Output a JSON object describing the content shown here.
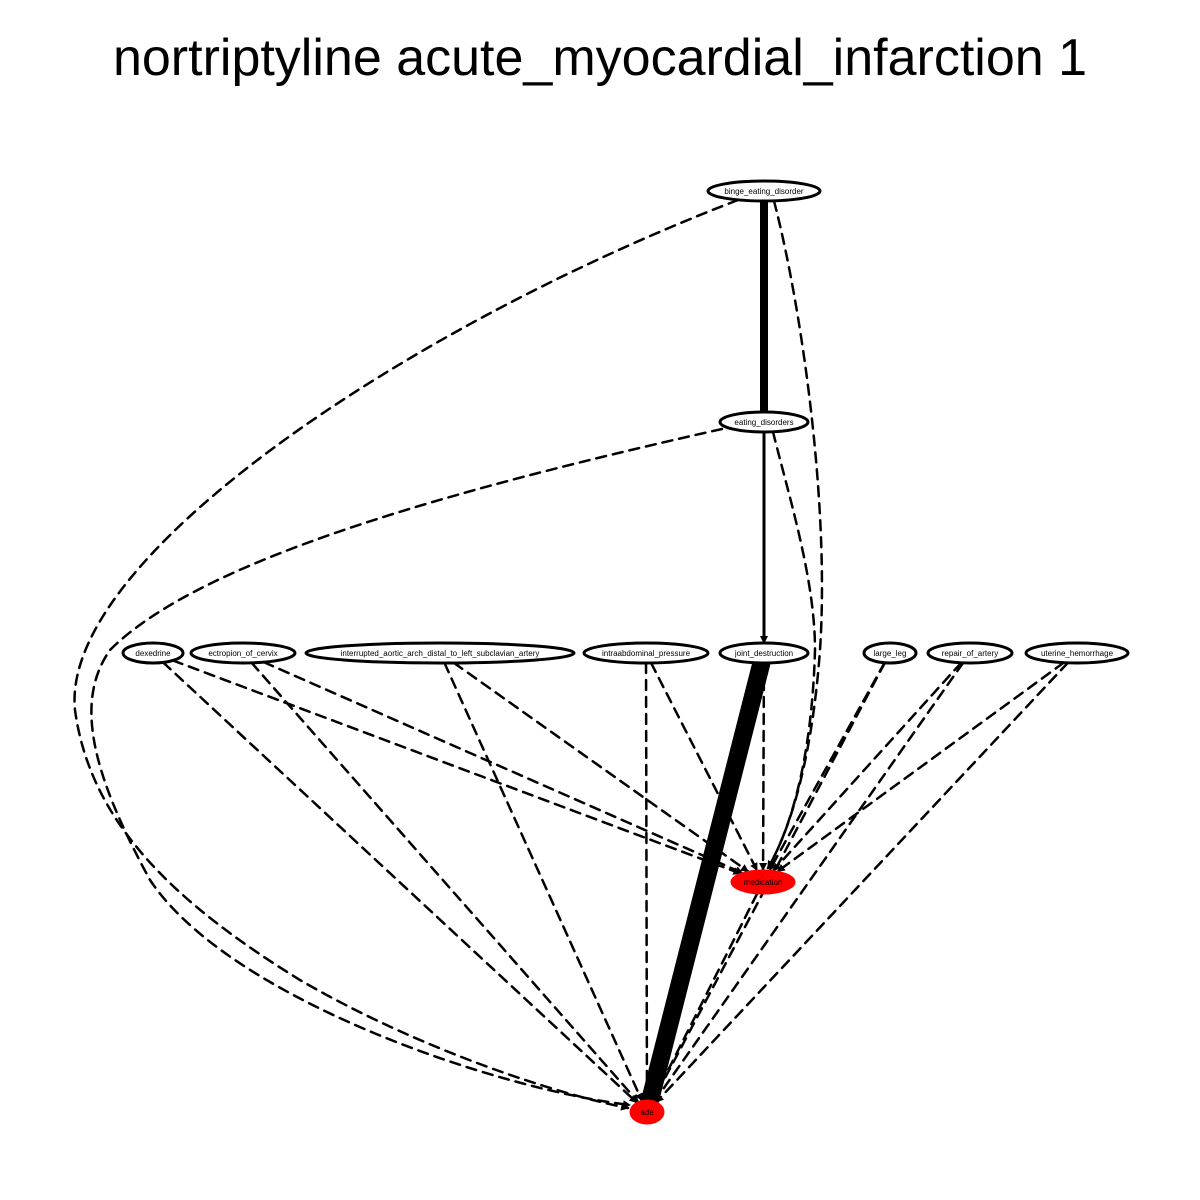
{
  "title": "nortriptyline acute_myocardial_infarction 1",
  "colors": {
    "highlight": "#ff0000",
    "stroke": "#000000",
    "fill": "#ffffff"
  },
  "nodes": [
    {
      "id": "binge_eating_disorder",
      "label": "binge_eating_disorder",
      "highlight": false
    },
    {
      "id": "eating_disorders",
      "label": "eating_disorders",
      "highlight": false
    },
    {
      "id": "dexedrine",
      "label": "dexedrine",
      "highlight": false
    },
    {
      "id": "ectropion_of_cervix",
      "label": "ectropion_of_cervix",
      "highlight": false
    },
    {
      "id": "interrupted_aortic_arch",
      "label": "interrupted_aortic_arch_distal_to_left_subclavian_artery",
      "highlight": false
    },
    {
      "id": "intraabdominal_pressure",
      "label": "intraabdominal_pressure",
      "highlight": false
    },
    {
      "id": "joint_destruction",
      "label": "joint_destruction",
      "highlight": false
    },
    {
      "id": "large_leg",
      "label": "large_leg",
      "highlight": false
    },
    {
      "id": "repair_of_artery",
      "label": "repair_of_artery",
      "highlight": false
    },
    {
      "id": "uterine_hemorrhage",
      "label": "uterine_hemorrhage",
      "highlight": false
    },
    {
      "id": "medication",
      "label": "medication",
      "highlight": true
    },
    {
      "id": "ade",
      "label": "ade",
      "highlight": true
    }
  ],
  "edges": [
    {
      "from": "binge_eating_disorder",
      "to": "eating_disorders",
      "style": "solid",
      "weight": 4
    },
    {
      "from": "eating_disorders",
      "to": "joint_destruction",
      "style": "solid",
      "weight": 2
    },
    {
      "from": "joint_destruction",
      "to": "ade",
      "style": "solid",
      "weight": 10
    },
    {
      "from": "binge_eating_disorder",
      "to": "ade",
      "style": "dashed",
      "weight": 1
    },
    {
      "from": "binge_eating_disorder",
      "to": "medication",
      "style": "dashed",
      "weight": 1
    },
    {
      "from": "eating_disorders",
      "to": "ade",
      "style": "dashed",
      "weight": 1
    },
    {
      "from": "eating_disorders",
      "to": "medication",
      "style": "dashed",
      "weight": 1
    },
    {
      "from": "dexedrine",
      "to": "ade",
      "style": "dashed",
      "weight": 1
    },
    {
      "from": "dexedrine",
      "to": "medication",
      "style": "dashed",
      "weight": 1
    },
    {
      "from": "ectropion_of_cervix",
      "to": "ade",
      "style": "dashed",
      "weight": 1
    },
    {
      "from": "ectropion_of_cervix",
      "to": "medication",
      "style": "dashed",
      "weight": 1
    },
    {
      "from": "interrupted_aortic_arch",
      "to": "ade",
      "style": "dashed",
      "weight": 1
    },
    {
      "from": "interrupted_aortic_arch",
      "to": "medication",
      "style": "dashed",
      "weight": 1
    },
    {
      "from": "intraabdominal_pressure",
      "to": "ade",
      "style": "dashed",
      "weight": 1
    },
    {
      "from": "intraabdominal_pressure",
      "to": "medication",
      "style": "dashed",
      "weight": 1
    },
    {
      "from": "joint_destruction",
      "to": "medication",
      "style": "dashed",
      "weight": 1
    },
    {
      "from": "large_leg",
      "to": "ade",
      "style": "dashed",
      "weight": 1
    },
    {
      "from": "large_leg",
      "to": "medication",
      "style": "dashed",
      "weight": 1
    },
    {
      "from": "repair_of_artery",
      "to": "ade",
      "style": "dashed",
      "weight": 1
    },
    {
      "from": "repair_of_artery",
      "to": "medication",
      "style": "dashed",
      "weight": 1
    },
    {
      "from": "uterine_hemorrhage",
      "to": "ade",
      "style": "dashed",
      "weight": 1
    },
    {
      "from": "uterine_hemorrhage",
      "to": "medication",
      "style": "dashed",
      "weight": 1
    },
    {
      "from": "medication",
      "to": "ade",
      "style": "dashed",
      "weight": 1
    }
  ]
}
